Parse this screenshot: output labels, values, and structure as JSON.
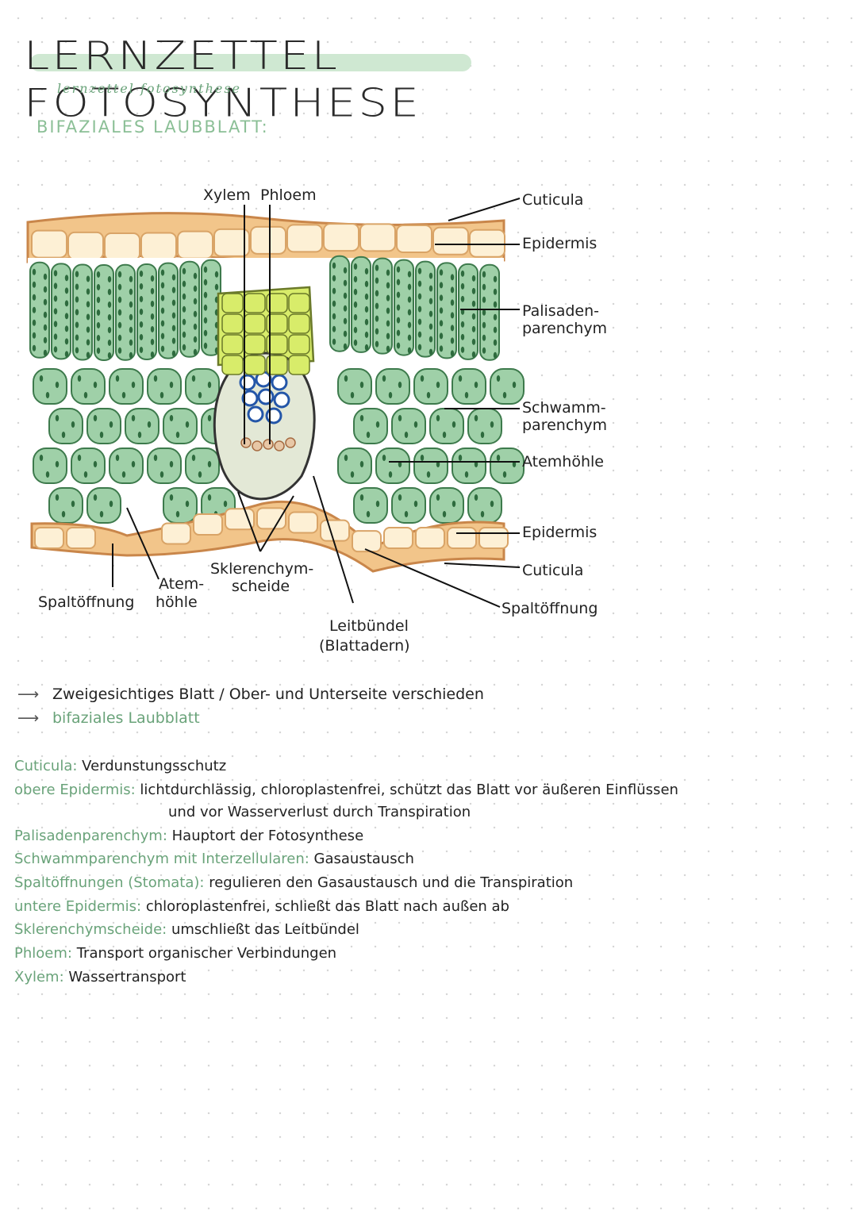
{
  "title": "LERNZETTEL FOTOSYNTHESE",
  "title_script": "lernzettel fotosynthese",
  "heading": "BIFAZIALES LAUBBLATT:",
  "diagram_labels": {
    "xylem": "Xylem",
    "phloem": "Phloem",
    "cuticula_top": "Cuticula",
    "epidermis_top": "Epidermis",
    "palisade_1": "Palisaden-",
    "palisade_2": "parenchym",
    "sponge_1": "Schwamm-",
    "sponge_2": "parenchym",
    "atemhoehle_right": "Atemhöhle",
    "epidermis_bottom": "Epidermis",
    "cuticula_bottom": "Cuticula",
    "spaltoeffnung_right": "Spaltöffnung",
    "spaltoeffnung_left": "Spaltöffnung",
    "atem_1": "Atem-",
    "atem_2": "höhle",
    "sklerenchym_1": "Sklerenchym-",
    "sklerenchym_2": "scheide",
    "leitbuendel_1": "Leitbündel",
    "leitbuendel_2": "(Blattadern)"
  },
  "notes": [
    {
      "text": "Zweigesichtiges Blatt / Ober- und Unterseite verschieden",
      "green": false
    },
    {
      "text": "bifaziales Laubblatt",
      "green": true
    }
  ],
  "definitions": [
    {
      "term": "Cuticula:",
      "desc": "Verdunstungsschutz"
    },
    {
      "term": "obere Epidermis:",
      "desc": "lichtdurchlässig, chloroplastenfrei, schützt das Blatt vor äußeren Einflüssen"
    },
    {
      "term": "",
      "desc": "und vor Wasserverlust durch Transpiration"
    },
    {
      "term": "Palisadenparenchym:",
      "desc": "Hauptort der Fotosynthese"
    },
    {
      "term": "Schwammparenchym mit Interzellularen:",
      "desc": "Gasaustausch"
    },
    {
      "term": "Spaltöffnungen (Stomata):",
      "desc": "regulieren den Gasaustausch und die Transpiration"
    },
    {
      "term": "untere Epidermis:",
      "desc": "chloroplastenfrei, schließt das Blatt nach außen ab"
    },
    {
      "term": "Sklerenchymscheide:",
      "desc": "umschließt das Leitbündel"
    },
    {
      "term": "Phloem:",
      "desc": "Transport organischer Verbindungen"
    },
    {
      "term": "Xylem:",
      "desc": "Wassertransport"
    }
  ],
  "colors": {
    "cuticula": "#f2c58a",
    "epidermis": "#fdf0d5",
    "parenchym": "#9fd0a8",
    "chloroplast": "#2e6b3e",
    "sklerenchym": "#e3e8d6",
    "xylem_fill": "#d8ec6a",
    "phloem_cells": "#2456a8",
    "accent_green": "#6aa37a"
  }
}
